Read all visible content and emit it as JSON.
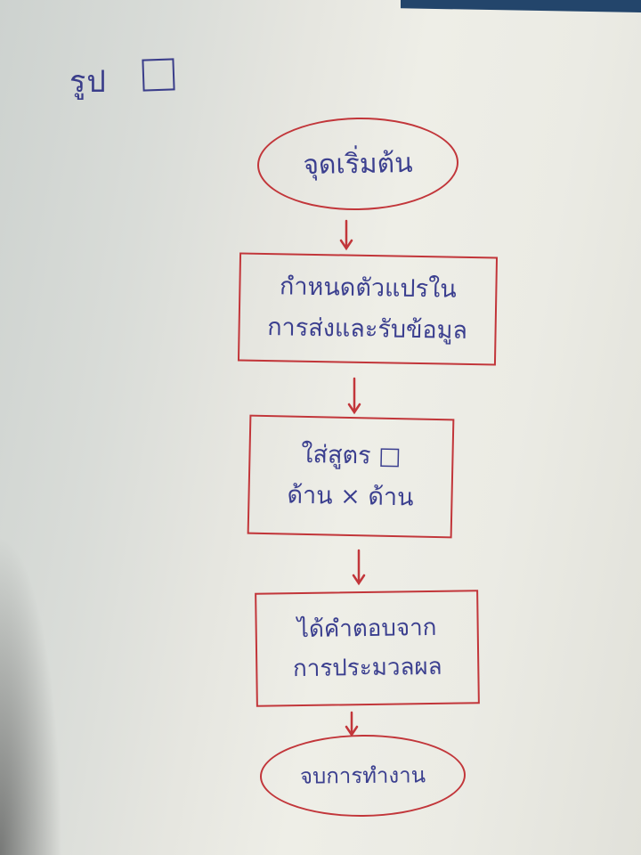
{
  "figure_label": "รูป",
  "flowchart": {
    "start": "จุดเริ่มต้น",
    "step1": [
      "กำหนดตัวแปรใน",
      "การส่งและรับข้อมูล"
    ],
    "step2": [
      "ใส่สูตร □",
      "ด้าน × ด้าน"
    ],
    "step3": [
      "ได้คำตอบจาก",
      "การประมวลผล"
    ],
    "end": "จบการทำงาน"
  },
  "colors": {
    "ink_blue": "#3b3f8f",
    "ink_red": "#c2363a",
    "paper": "#ebebe4"
  }
}
